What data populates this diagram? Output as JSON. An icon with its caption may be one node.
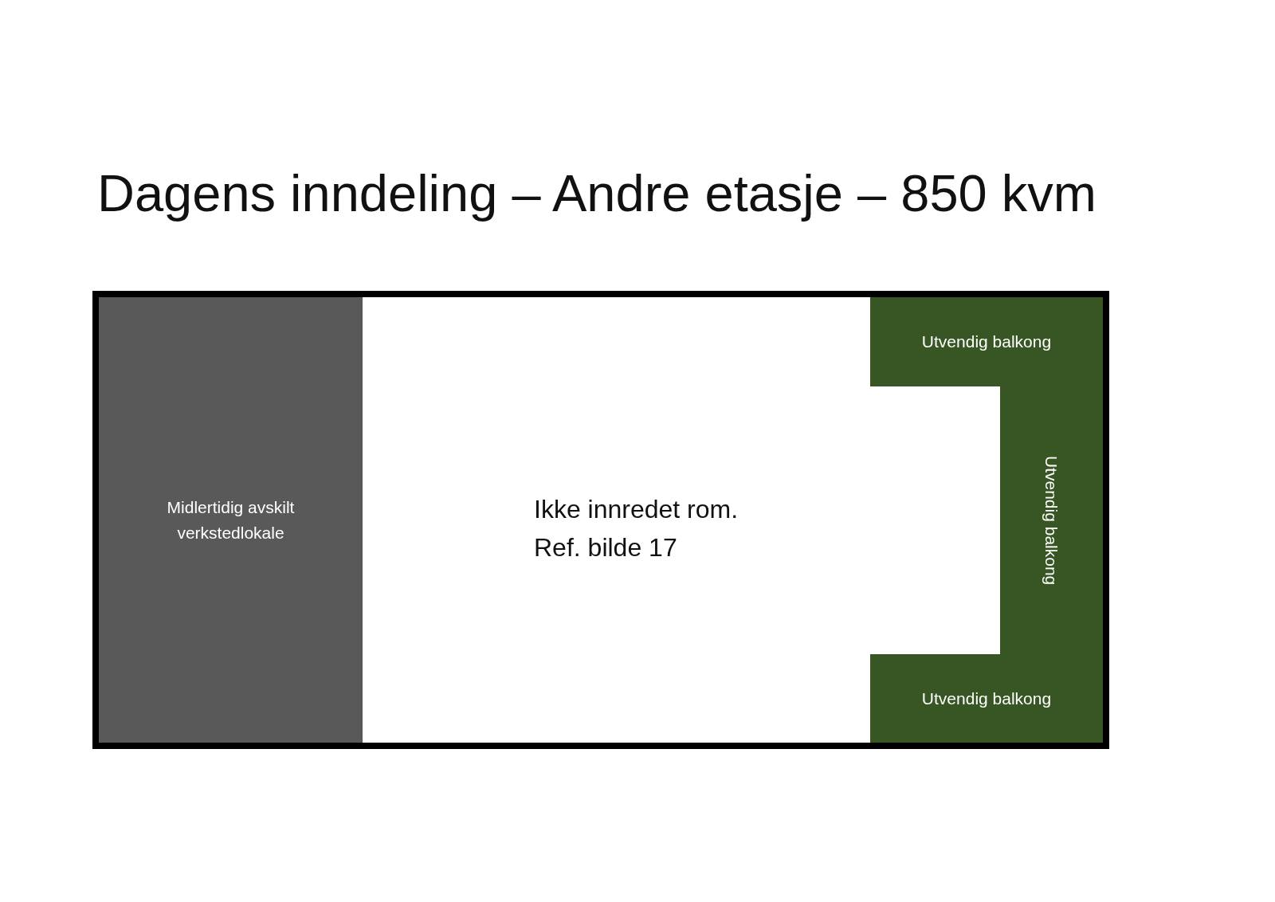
{
  "diagram": {
    "title": "Dagens inndeling – Andre etasje – 850 kvm",
    "nodes": [
      {
        "text": [],
        "shape": "box"
      },
      {
        "text": [
          "Midlertidig avskilt verkstedlokale"
        ],
        "in": 0
      },
      {
        "text": [
          "Ikke innredet rom.",
          "Ref. bilde 17"
        ],
        "in": 0
      },
      {
        "text": [
          "Utvendig balkong"
        ],
        "in": 0
      },
      {
        "text": [
          "Utvendig balkong"
        ],
        "in": 0
      },
      {
        "text": [
          "Utvendig balkong"
        ],
        "in": 0
      }
    ]
  }
}
